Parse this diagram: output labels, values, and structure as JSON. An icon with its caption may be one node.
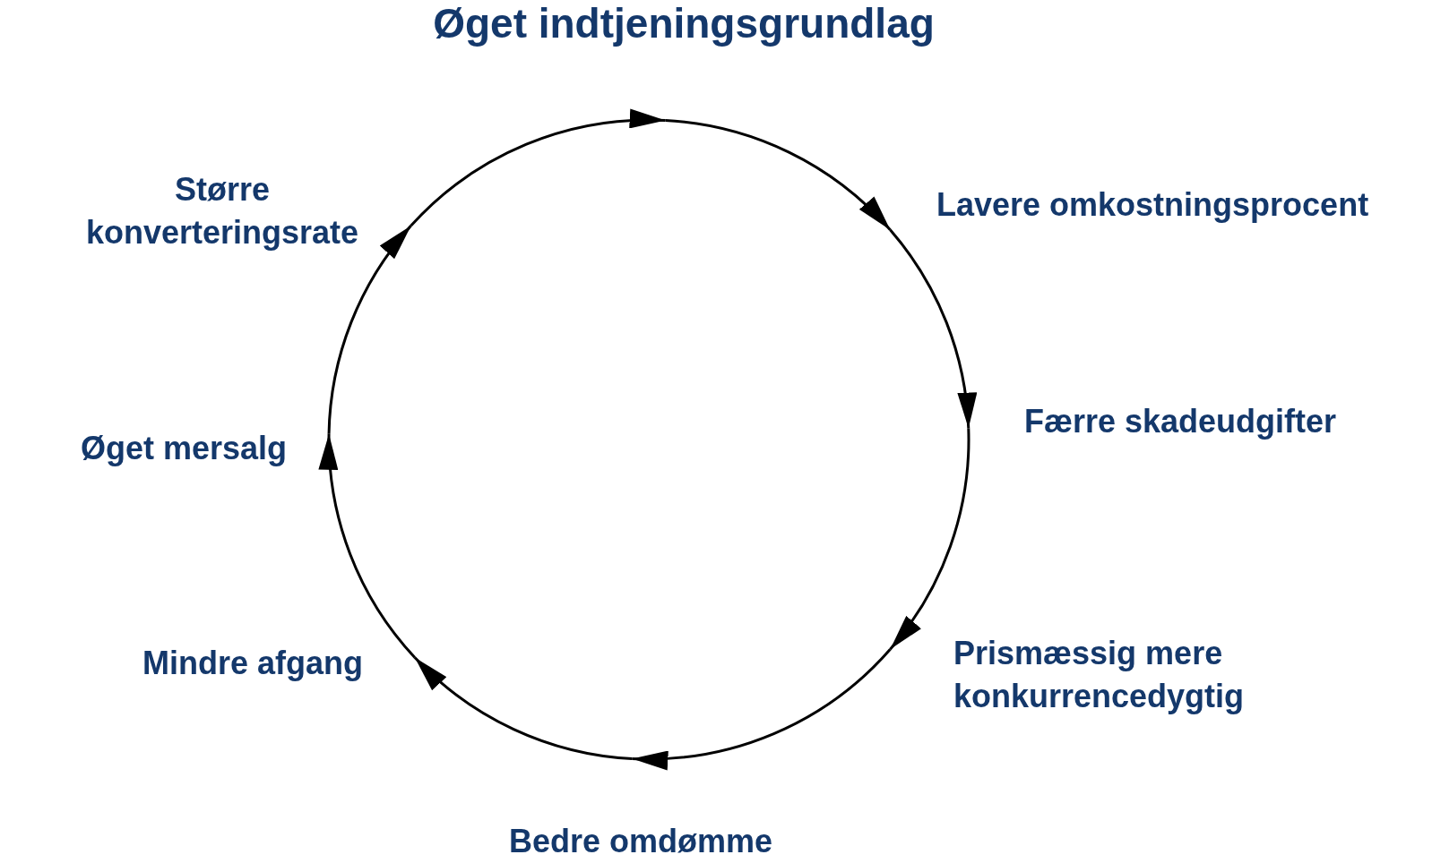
{
  "diagram": {
    "nodes": [
      {
        "text": [
          "Øget indtjeningsgrundlag"
        ]
      },
      {
        "text": [
          "Lavere omkostningsprocent"
        ]
      },
      {
        "text": [
          "Færre skadeudgifter"
        ]
      },
      {
        "text": [
          "Prismæssig mere konkurrencedygtig"
        ]
      },
      {
        "text": [
          "Bedre omdømme"
        ]
      },
      {
        "text": [
          "Mindre afgang"
        ]
      },
      {
        "text": [
          "Øget mersalg"
        ]
      },
      {
        "text": [
          "Større konverteringsrate"
        ]
      }
    ],
    "edges": [
      {
        "from": 0,
        "to": 1,
        "arrow": "to"
      },
      {
        "from": 1,
        "to": 2,
        "arrow": "to"
      },
      {
        "from": 2,
        "to": 3,
        "arrow": "to"
      },
      {
        "from": 3,
        "to": 4,
        "arrow": "to"
      },
      {
        "from": 4,
        "to": 5,
        "arrow": "to"
      },
      {
        "from": 5,
        "to": 6,
        "arrow": "to"
      },
      {
        "from": 6,
        "to": 7,
        "arrow": "to"
      },
      {
        "from": 7,
        "to": 0,
        "arrow": "to"
      }
    ]
  }
}
